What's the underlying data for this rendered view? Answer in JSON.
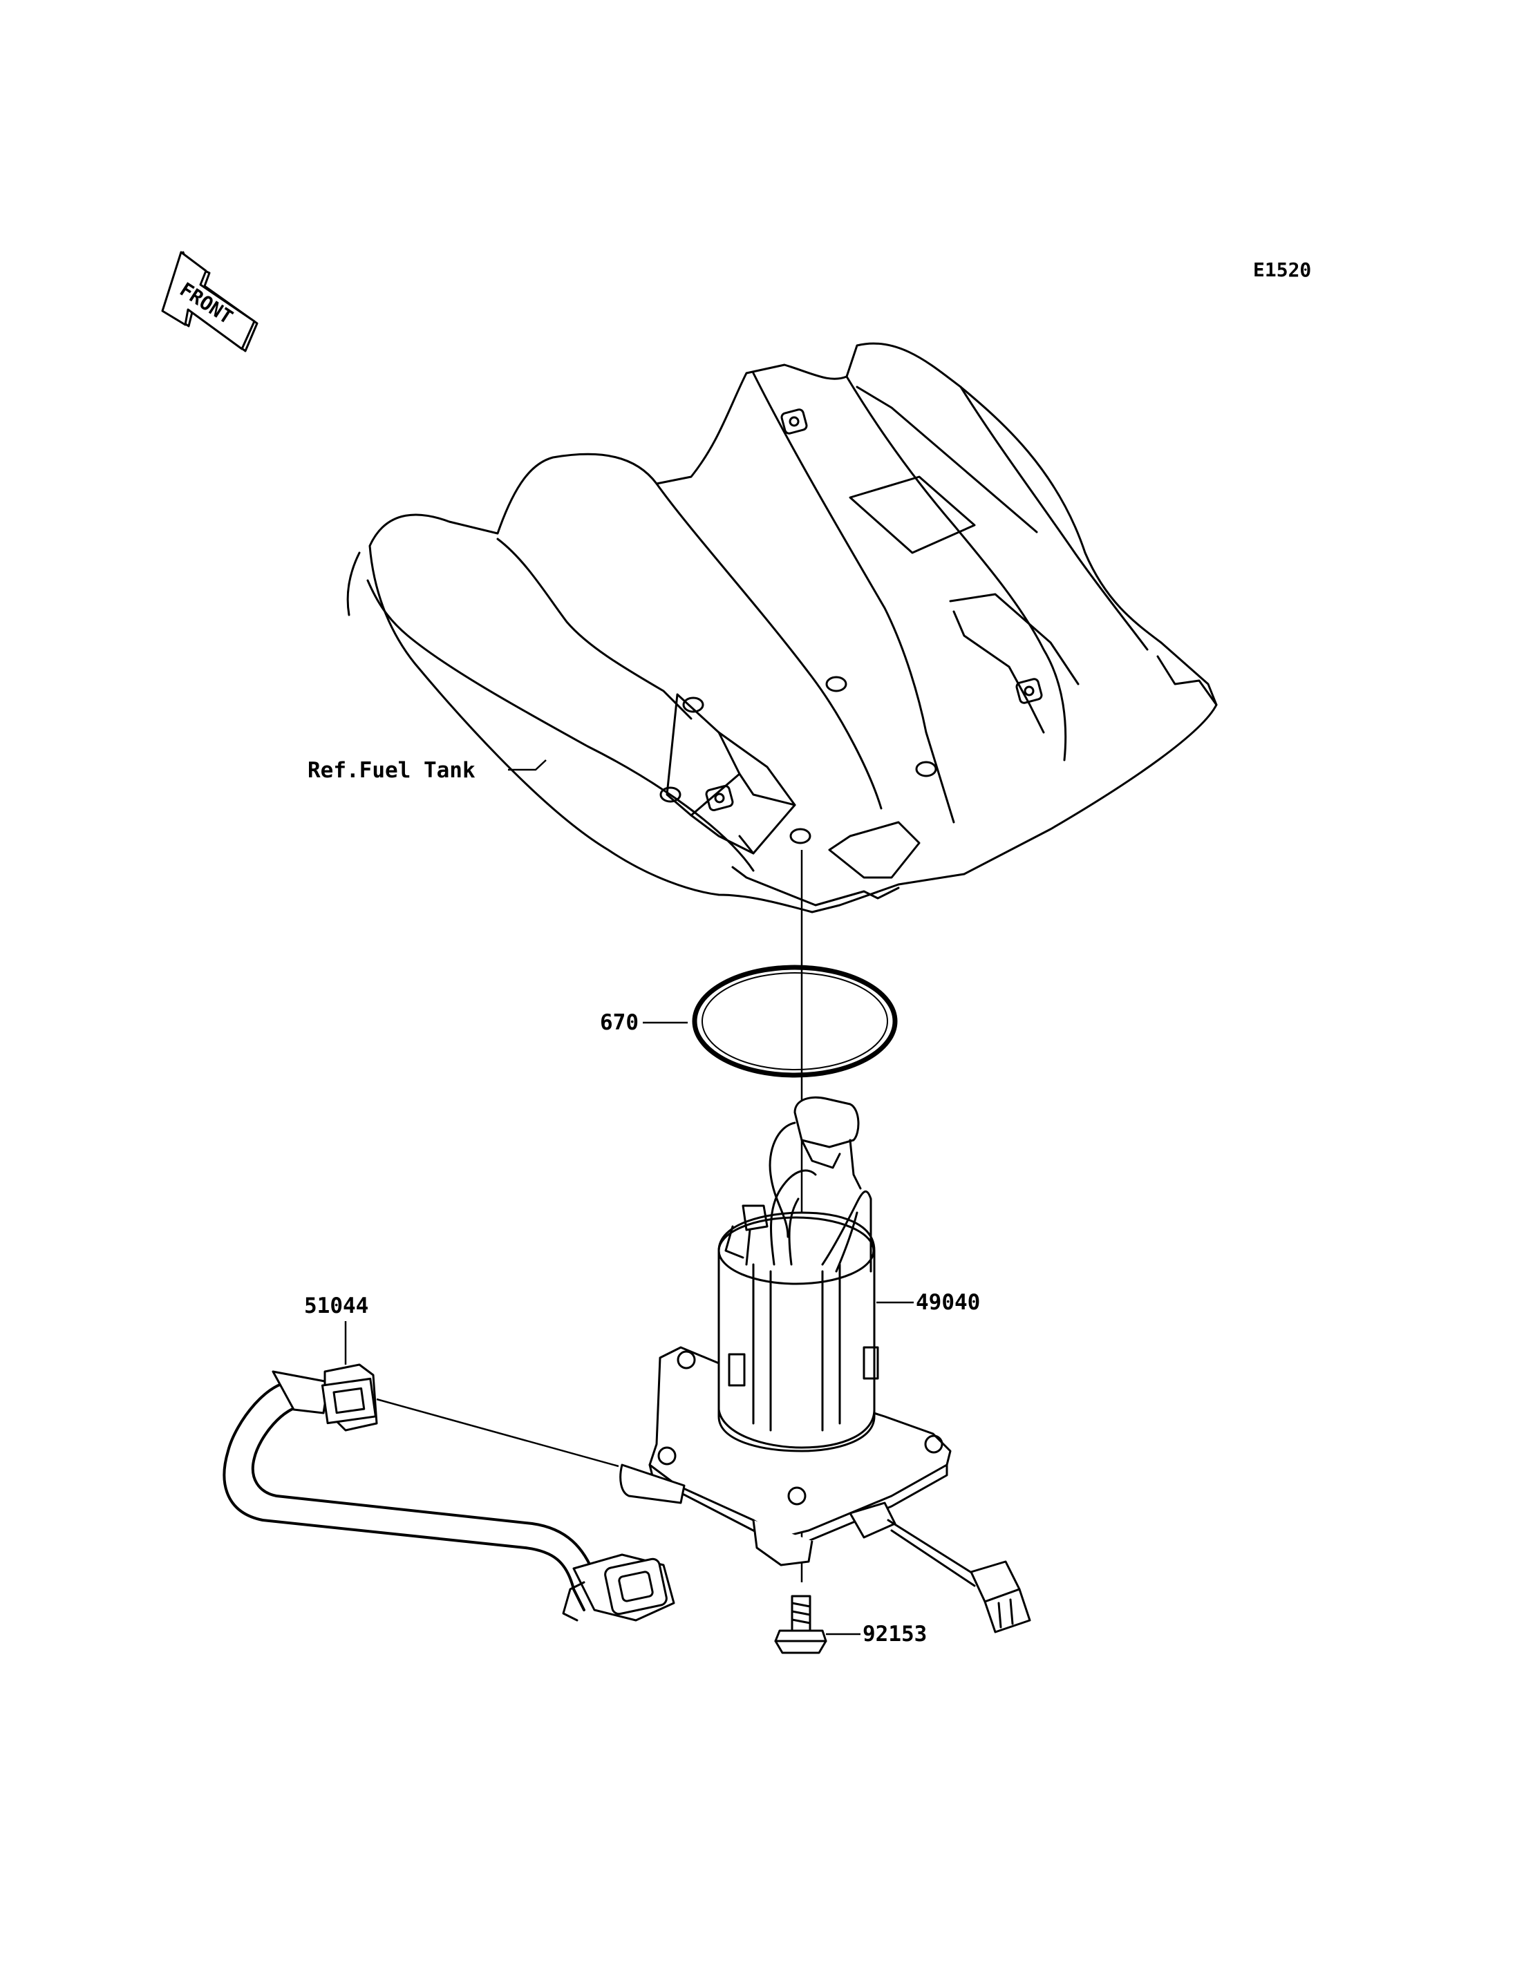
{
  "diagram_code": "E1520",
  "front_arrow": {
    "label": "FRONT",
    "icon": "front-direction-arrow-icon"
  },
  "parts": {
    "fuel_tank": {
      "label": "Ref.Fuel Tank"
    },
    "o_ring": {
      "label": "670"
    },
    "fuel_pump": {
      "label": "49040"
    },
    "fuel_hose": {
      "label": "51044"
    },
    "bolt": {
      "label": "92153"
    }
  }
}
